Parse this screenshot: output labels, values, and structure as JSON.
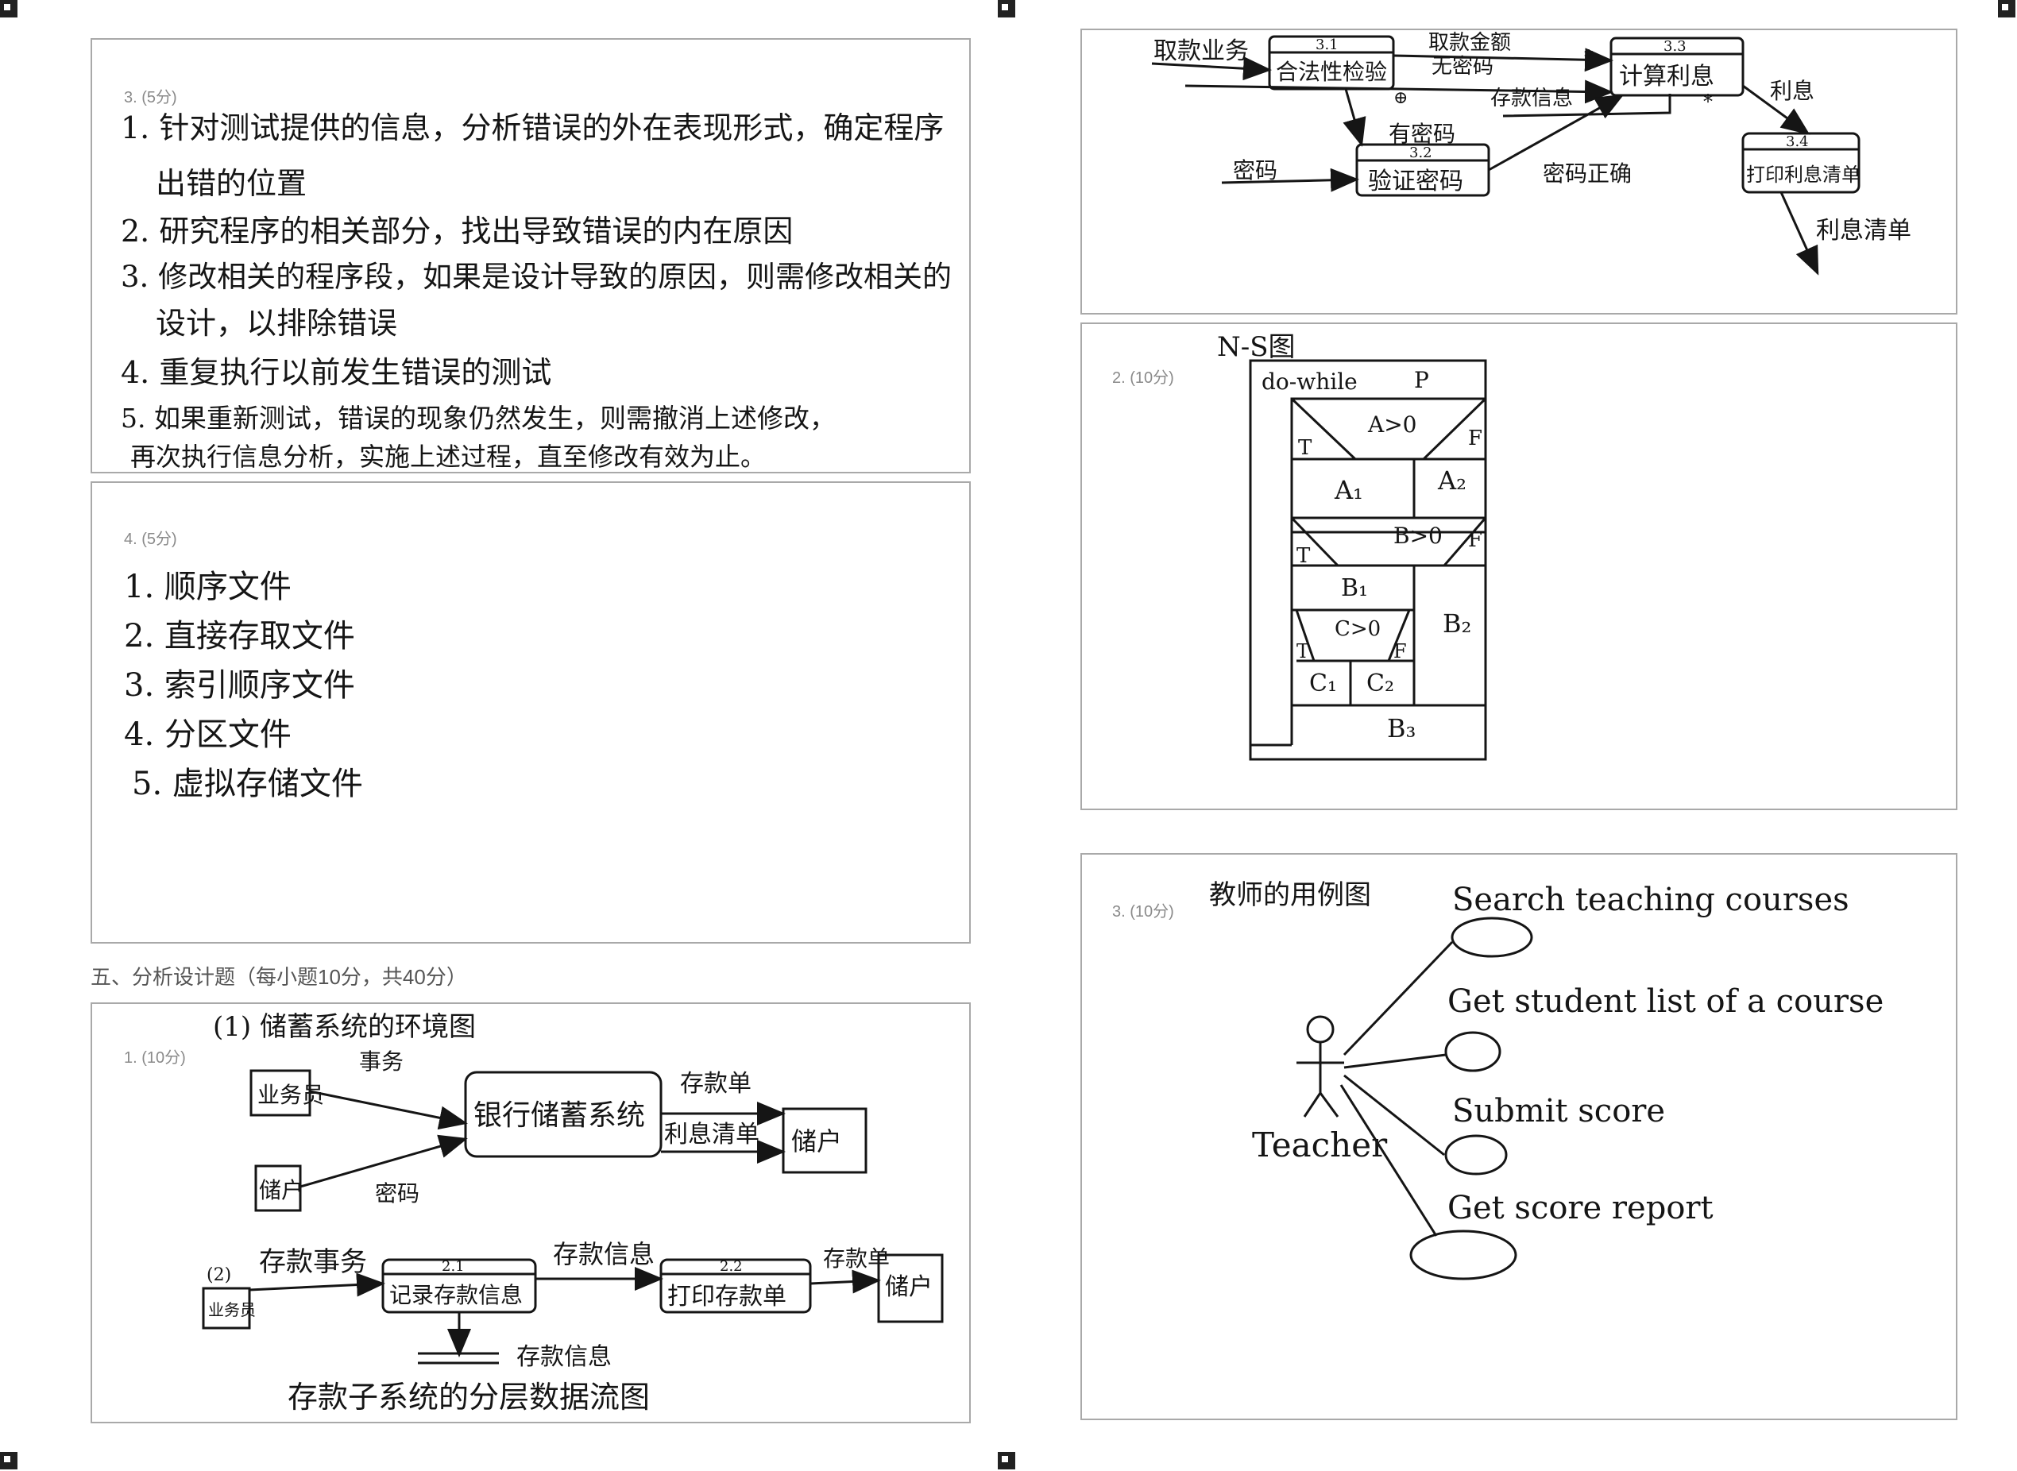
{
  "left": {
    "q3": {
      "label": "3. (5分)",
      "lines": [
        "1. 针对测试提供的信息，分析错误的外在表现形式，确定程序",
        "出错的位置",
        "2. 研究程序的相关部分，找出导致错误的内在原因",
        "3. 修改相关的程序段，如果是设计导致的原因，则需修改相关的",
        "设计，以排除错误",
        "4. 重复执行以前发生错误的测试",
        "5. 如果重新测试，错误的现象仍然发生，则需撤消上述修改，",
        "再次执行信息分析，实施上述过程，直至修改有效为止。"
      ]
    },
    "q4": {
      "label": "4. (5分)",
      "lines": [
        "1. 顺序文件",
        "2. 直接存取文件",
        "3. 索引顺序文件",
        "4. 分区文件",
        "5. 虚拟存储文件"
      ]
    },
    "section_title": "五、分析设计题（每小题10分，共40分）",
    "q5_1": {
      "label": "1. (10分)",
      "title1": "(1) 储蓄系统的环境图",
      "ent_clerk": "业务员",
      "ent_depositor1": "储户",
      "ent_depositor2": "储户",
      "sys": "银行储蓄系统",
      "f_affair": "事务",
      "f_password": "密码",
      "f_slip": "存款单",
      "f_interest_list": "利息清单",
      "sub2_tag": "(2)",
      "sub2_clerk": "业务员",
      "sub2_flow1": "存款事务",
      "p21_id": "2.1",
      "p21_name": "记录存款信息",
      "sub2_flow2": "存款信息",
      "p22_id": "2.2",
      "p22_name": "打印存款单",
      "sub2_flow3": "存款单",
      "sub2_depositor": "储户",
      "store": "存款信息",
      "caption": "存款子系统的分层数据流图"
    }
  },
  "right": {
    "q1": {
      "in_withdraw": "取款业务",
      "p31_id": "3.1",
      "p31_name": "合法性检验",
      "f_amount": "取款金额",
      "f_nopwd": "无密码",
      "p33_id": "3.3",
      "p33_name": "计算利息",
      "f_interest": "利息",
      "f_depinfo": "存款信息",
      "f_haspwd": "有密码",
      "in_pwd": "密码",
      "p32_id": "3.2",
      "p32_name": "验证密码",
      "f_pwdok": "密码正确",
      "p34_id": "3.4",
      "p34_name": "打印利息清单",
      "out_list": "利息清单",
      "star": "*",
      "circle_plus": "⊕"
    },
    "q2": {
      "label": "2. (10分)",
      "title": "N-S图",
      "loop": "do-while",
      "loop_cond": "P",
      "cond_a": "A>0",
      "t": "T",
      "f": "F",
      "a1": "A₁",
      "a2": "A₂",
      "cond_b": "B>0",
      "b1": "B₁",
      "b2": "B₂",
      "cond_c": "C>0",
      "c1": "C₁",
      "c2": "C₂",
      "b3": "B₃"
    },
    "q3": {
      "label": "3. (10分)",
      "title": "教师的用例图",
      "actor": "Teacher",
      "usecases": [
        "Search teaching courses",
        "Get student list of a course",
        "Submit score",
        "Get score report"
      ]
    }
  }
}
